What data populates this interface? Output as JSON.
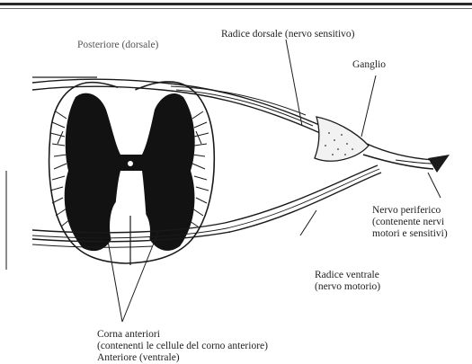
{
  "labels": {
    "posterior": "Posteriore (dorsale)",
    "dorsal_root": "Radice dorsale (nervo sensitivo)",
    "ganglion": "Ganglio",
    "peripheral_nerve": [
      "Nervo periferico",
      "(contenente nervi",
      "motori e sensitivi)"
    ],
    "ventral_root": [
      "Radice ventrale",
      "(nervo motorio)"
    ],
    "anterior_horns": [
      "Corna anteriori",
      "(contenenti le cellule del corno anteriore)",
      "Anteriore (ventrale)"
    ]
  },
  "colors": {
    "ink": "#1a1a1a",
    "grey_matter": "#121212",
    "white_matter": "#ffffff",
    "paper": "#ffffff"
  }
}
